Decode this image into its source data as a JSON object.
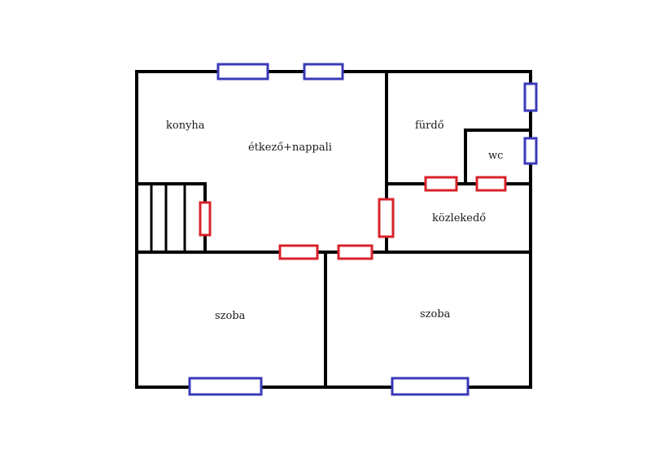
{
  "colors": {
    "wall": "#000000",
    "window": "#3a3aba",
    "door": "#d8222a",
    "background": "#ffffff"
  },
  "rooms": [
    {
      "id": "konyha",
      "label": "konyha"
    },
    {
      "id": "etkezo-nappali",
      "label": "étkező+nappali"
    },
    {
      "id": "furdo",
      "label": "fürdő"
    },
    {
      "id": "wc",
      "label": "wc"
    },
    {
      "id": "kozlekedo",
      "label": "közlekedő"
    },
    {
      "id": "szoba-left",
      "label": "szoba"
    },
    {
      "id": "szoba-right",
      "label": "szoba"
    }
  ],
  "legend_items": {
    "window_icon": "window-icon",
    "door_icon": "door-icon",
    "stair_icon": "stairs-icon"
  }
}
